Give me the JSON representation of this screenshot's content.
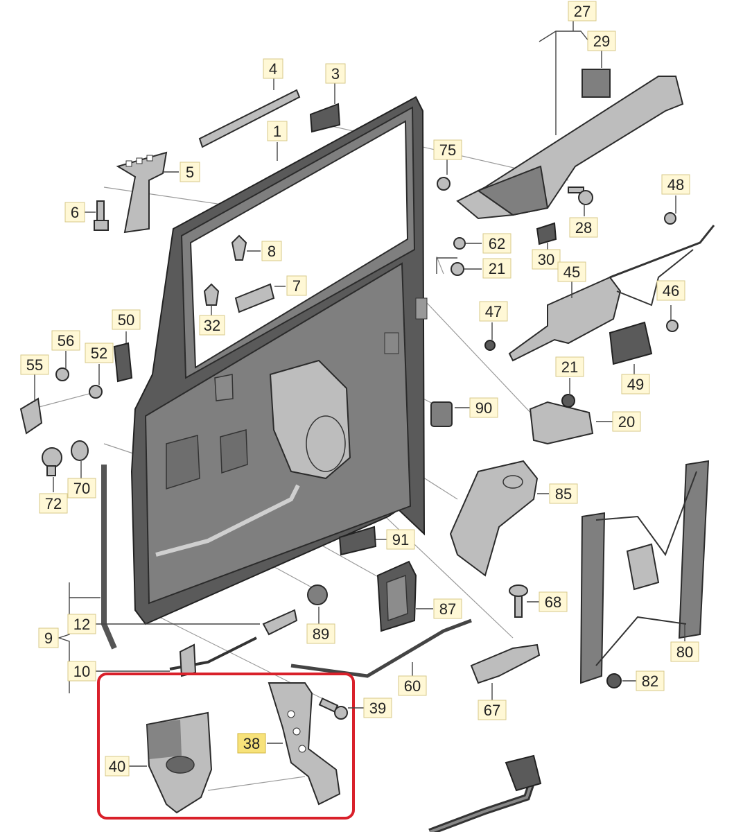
{
  "labels": {
    "l1": "1",
    "l3": "3",
    "l4": "4",
    "l5": "5",
    "l6": "6",
    "l7": "7",
    "l8": "8",
    "l9": "9",
    "l10": "10",
    "l12": "12",
    "l20": "20",
    "l21a": "21",
    "l21b": "21",
    "l27": "27",
    "l28": "28",
    "l29": "29",
    "l30": "30",
    "l32": "32",
    "l38": "38",
    "l39": "39",
    "l40": "40",
    "l45": "45",
    "l46": "46",
    "l47": "47",
    "l48": "48",
    "l49": "49",
    "l50": "50",
    "l52": "52",
    "l55": "55",
    "l56": "56",
    "l60": "60",
    "l62": "62",
    "l67": "67",
    "l68": "68",
    "l70": "70",
    "l72": "72",
    "l75": "75",
    "l80": "80",
    "l82": "82",
    "l85": "85",
    "l87": "87",
    "l89": "89",
    "l90": "90",
    "l91": "91"
  },
  "colors": {
    "part": "#7f7f7f",
    "part_light": "#bdbdbd",
    "part_dark": "#5a5a5a",
    "highlight_frame": "#d9202a",
    "label_badge": "#fff8d6",
    "label_highlight": "#f7e27a"
  },
  "highlight": {
    "part_number": "38"
  }
}
